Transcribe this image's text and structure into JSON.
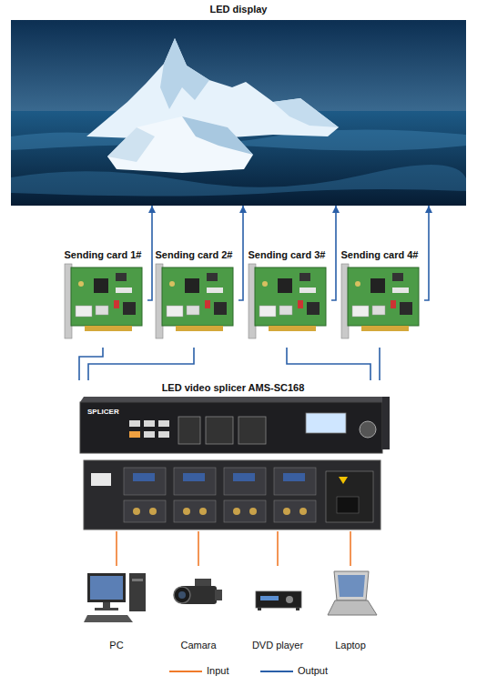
{
  "diagram": {
    "nodes": [
      {
        "text": [
          "LED display"
        ]
      },
      {
        "text": [
          "Sending card 1#"
        ]
      },
      {
        "text": [
          "Sending card 2#"
        ]
      },
      {
        "text": [
          "Sending card 3#"
        ]
      },
      {
        "text": [
          "Sending card 4#"
        ]
      },
      {
        "text": [
          "LED video splicer AMS-SC168"
        ]
      },
      {
        "text": [
          "PC"
        ]
      },
      {
        "text": [
          "Camara"
        ]
      },
      {
        "text": [
          "DVD player"
        ]
      },
      {
        "text": [
          "Laptop"
        ]
      }
    ],
    "edges": [
      {
        "from": 1,
        "to": 0,
        "arrow": "to"
      },
      {
        "from": 2,
        "to": 0,
        "arrow": "to"
      },
      {
        "from": 3,
        "to": 0,
        "arrow": "to"
      },
      {
        "from": 4,
        "to": 0,
        "arrow": "to"
      },
      {
        "from": 5,
        "to": 1,
        "arrow": "none"
      },
      {
        "from": 5,
        "to": 2,
        "arrow": "none"
      },
      {
        "from": 5,
        "to": 3,
        "arrow": "none"
      },
      {
        "from": 5,
        "to": 4,
        "arrow": "none"
      },
      {
        "from": 6,
        "to": 5,
        "arrow": "none"
      },
      {
        "from": 7,
        "to": 5,
        "arrow": "none"
      },
      {
        "from": 8,
        "to": 5,
        "arrow": "none"
      },
      {
        "from": 9,
        "to": 5,
        "arrow": "none"
      }
    ],
    "labels": [
      "SPLICER"
    ],
    "legend": [
      {
        "text": "Input"
      },
      {
        "text": "Output"
      }
    ]
  }
}
